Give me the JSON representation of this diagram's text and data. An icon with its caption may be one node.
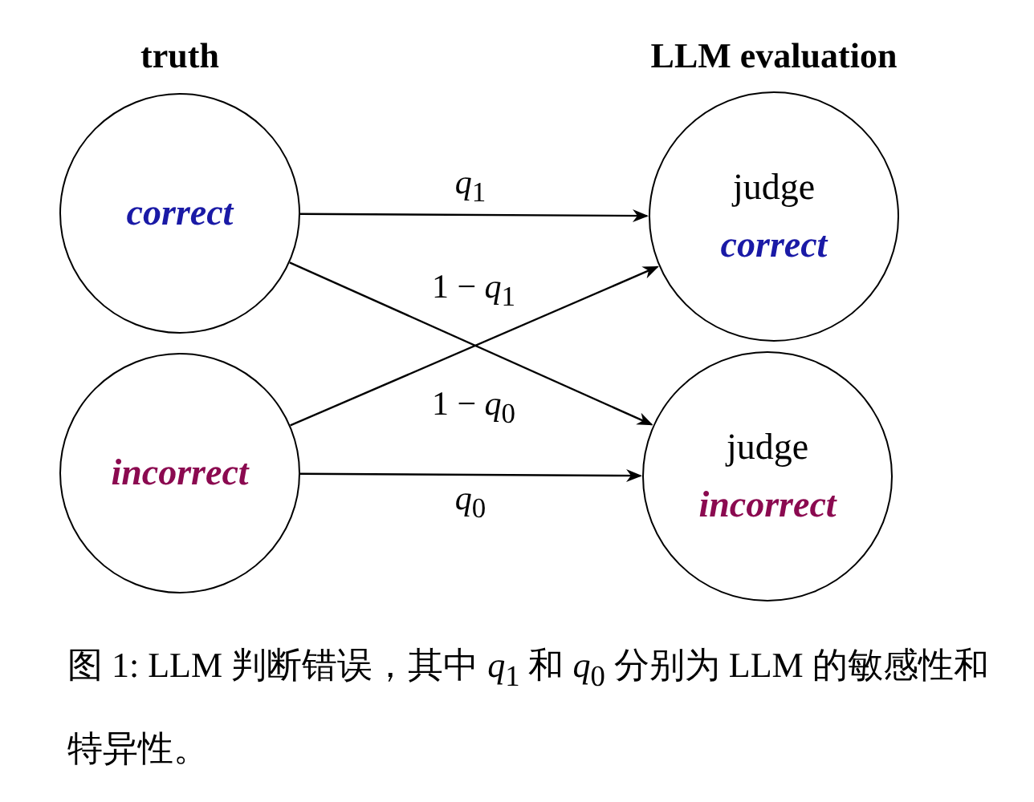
{
  "diagram": {
    "caption": "图 1: LLM 判断错误，其中 *q*$_{1}$ 和 *q*$_{0}$ 分别为 LLM 的敏感性和特异性。",
    "nodes": [
      {
        "text": [
          "correct"
        ]
      },
      {
        "text": [
          "incorrect"
        ]
      },
      {
        "text": [
          "judge",
          "correct"
        ]
      },
      {
        "text": [
          "judge",
          "incorrect"
        ]
      }
    ],
    "edges": [
      {
        "from": 0,
        "to": 2,
        "arrow": "to",
        "label": "*q*$_{1}$"
      },
      {
        "from": 0,
        "to": 3,
        "arrow": "to",
        "label": "1 − *q*$_{1}$"
      },
      {
        "from": 1,
        "to": 2,
        "arrow": "to",
        "label": "1 − *q*$_{0}$"
      },
      {
        "from": 1,
        "to": 3,
        "arrow": "to",
        "label": "*q*$_{0}$"
      }
    ],
    "labels": [
      "truth",
      "LLM evaluation"
    ]
  }
}
